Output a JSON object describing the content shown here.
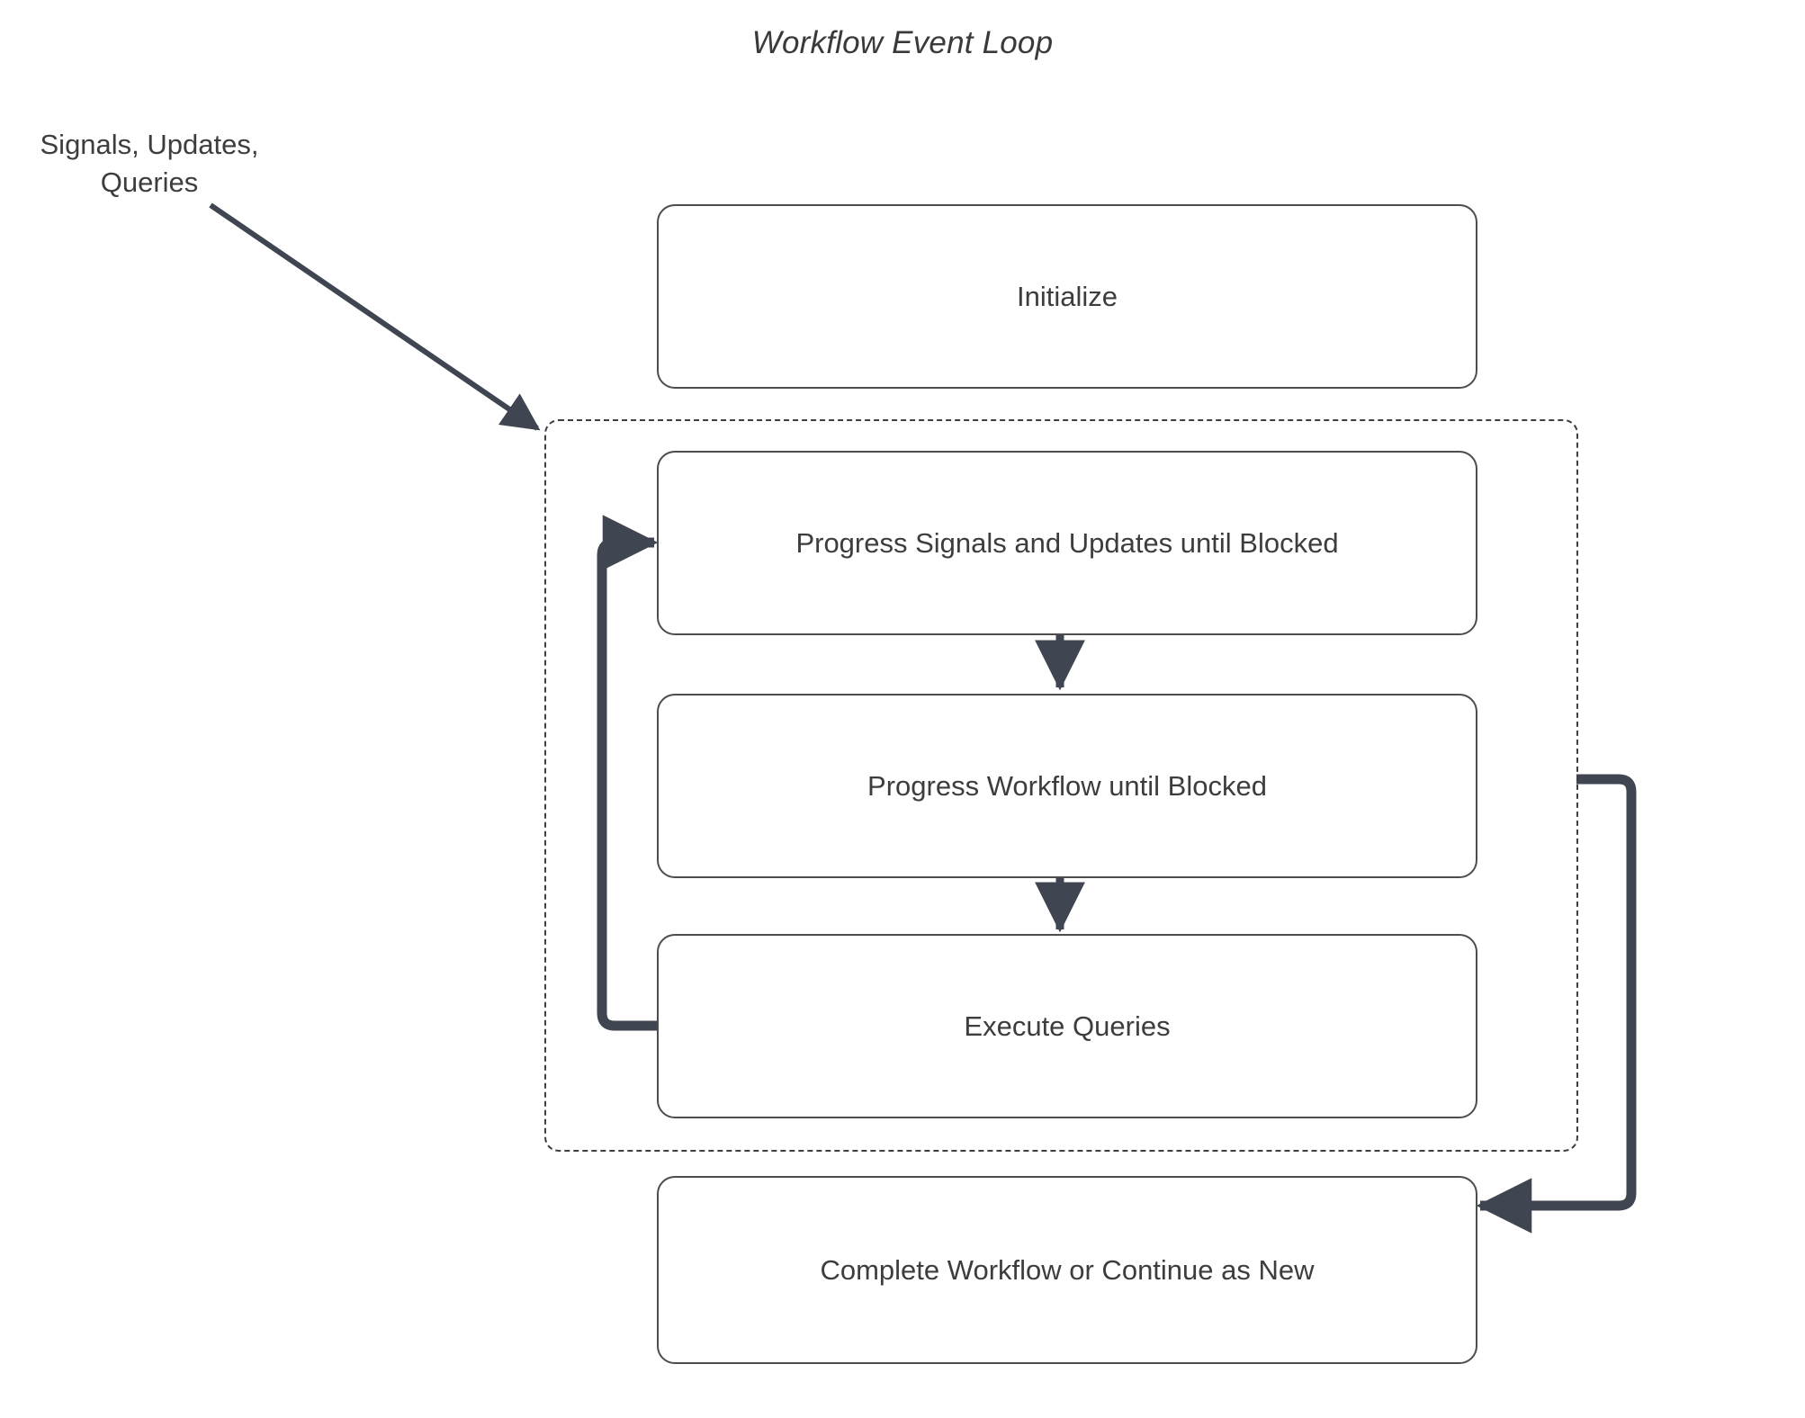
{
  "title": "Workflow Event Loop",
  "external_input": {
    "label": "Signals, Updates,\nQueries",
    "arrow_name": "input-arrow"
  },
  "nodes": [
    {
      "id": "initialize",
      "label": "Initialize"
    },
    {
      "id": "progress-signals-updates",
      "label": "Progress Signals and Updates until Blocked"
    },
    {
      "id": "progress-workflow",
      "label": "Progress Workflow until Blocked"
    },
    {
      "id": "execute-queries",
      "label": "Execute Queries"
    },
    {
      "id": "complete-workflow",
      "label": "Complete Workflow or Continue as New"
    }
  ],
  "loop_container": {
    "name": "event-loop-dashed-container",
    "style": "dashed"
  },
  "edges": [
    {
      "id": "signals-to-loop",
      "from": "Signals, Updates, Queries",
      "to": "event loop"
    },
    {
      "id": "signals-to-workflow",
      "from": "Progress Signals and Updates until Blocked",
      "to": "Progress Workflow until Blocked"
    },
    {
      "id": "workflow-to-queries",
      "from": "Progress Workflow until Blocked",
      "to": "Execute Queries"
    },
    {
      "id": "queries-back-to-signals",
      "from": "Execute Queries",
      "to": "Progress Signals and Updates until Blocked"
    },
    {
      "id": "loop-to-complete",
      "from": "event loop",
      "to": "Complete Workflow or Continue as New"
    }
  ],
  "colors": {
    "background": "#ffffff",
    "box_stroke": "#4d4d4d",
    "text": "#3d3d3d",
    "edge": "#404552",
    "dashed_stroke": "#3f3f3f"
  }
}
